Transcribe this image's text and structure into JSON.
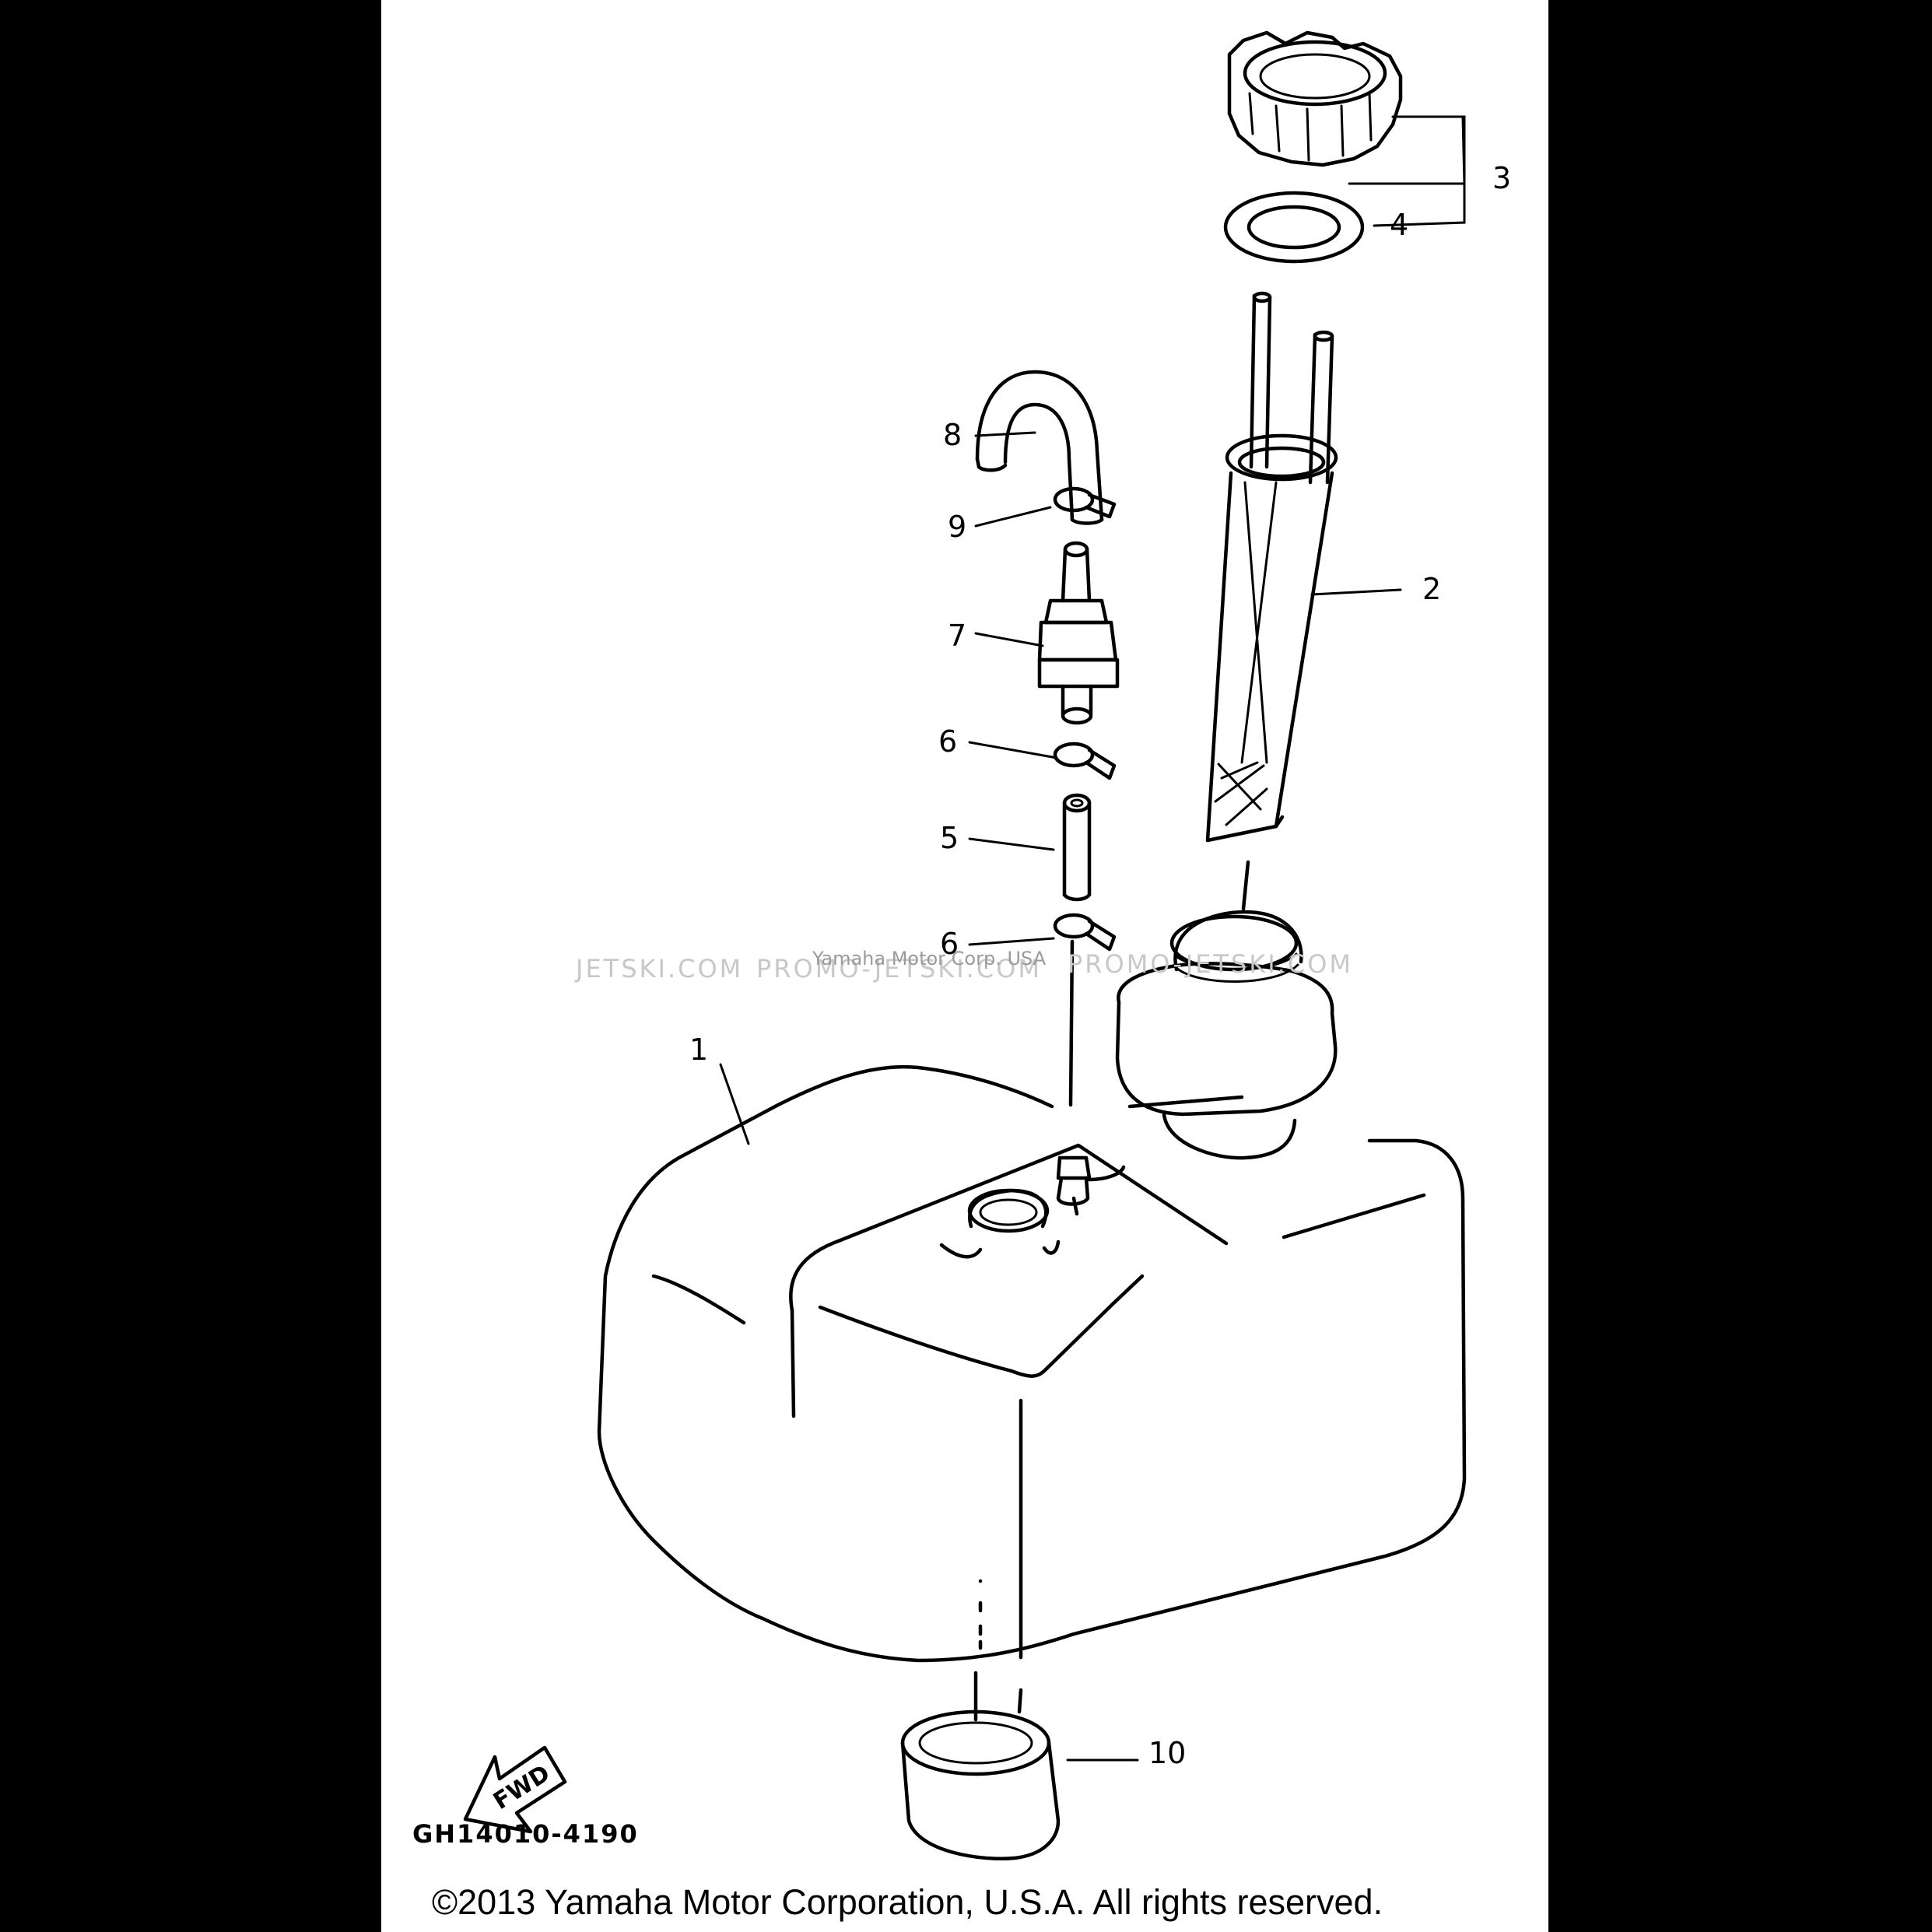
{
  "diagram": {
    "callouts": {
      "part_1": "1",
      "part_2": "2",
      "part_3": "3",
      "part_4": "4",
      "part_5": "5",
      "part_6a": "6",
      "part_6b": "6",
      "part_7": "7",
      "part_8": "8",
      "part_9": "9",
      "part_10": "10"
    },
    "direction_label": "FWD",
    "drawing_code": "GH14010-4190",
    "watermark": {
      "left": "JETSKI.COM",
      "center": "PROMO-JETSKI.COM",
      "right": "PROMO-JETSKI.COM",
      "overlay": "Yamaha Motor Corp. USA"
    },
    "copyright": "©2013 Yamaha Motor Corporation, U.S.A. All rights reserved."
  }
}
